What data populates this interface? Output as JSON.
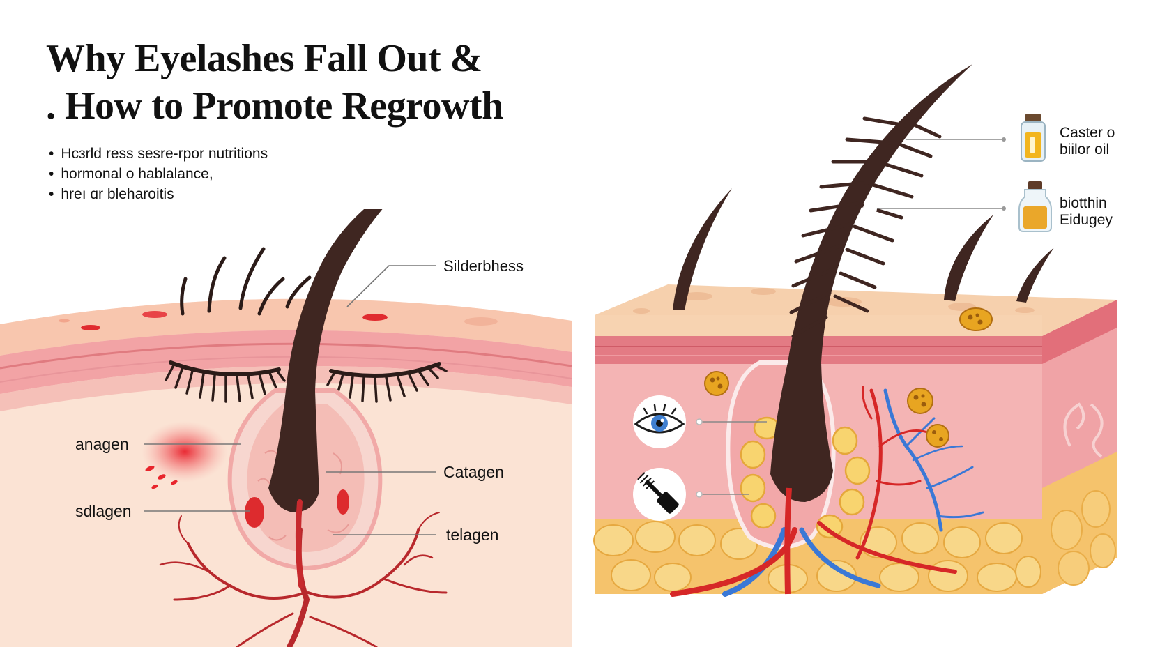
{
  "title": {
    "line1": "Why Eyelashes Fall Out &",
    "line2": ". How to Promote Regrowth"
  },
  "causes": [
    "Hcзrld ress sesre-rpor nutritions",
    "hormonal o hablalance,",
    "hreı ɑr bleharoitis"
  ],
  "left_diagram": {
    "labels": {
      "silderbhess": "Silderbhess",
      "anagen": "anagen",
      "catagen": "Catagen",
      "sdlagen": "sdlagen",
      "telagen": "telagen"
    }
  },
  "right_diagram": {
    "products": {
      "castor_line1": "Caster o",
      "castor_line2": "biilor oil",
      "biotin_line1": "biotthin",
      "biotin_line2": "Eidugey"
    },
    "icons": [
      "castor-oil-bottle-icon",
      "biotin-bottle-icon",
      "eye-icon",
      "mascara-icon"
    ]
  },
  "colors": {
    "skin_top": "#f7d3b8",
    "dermis_pink": "#f4aeb1",
    "epidermis_band": "#e37b84",
    "fat_yellow": "#f7d67a",
    "hair_brown": "#3f2621",
    "artery_red": "#d62727",
    "vein_blue": "#3a78d6"
  }
}
